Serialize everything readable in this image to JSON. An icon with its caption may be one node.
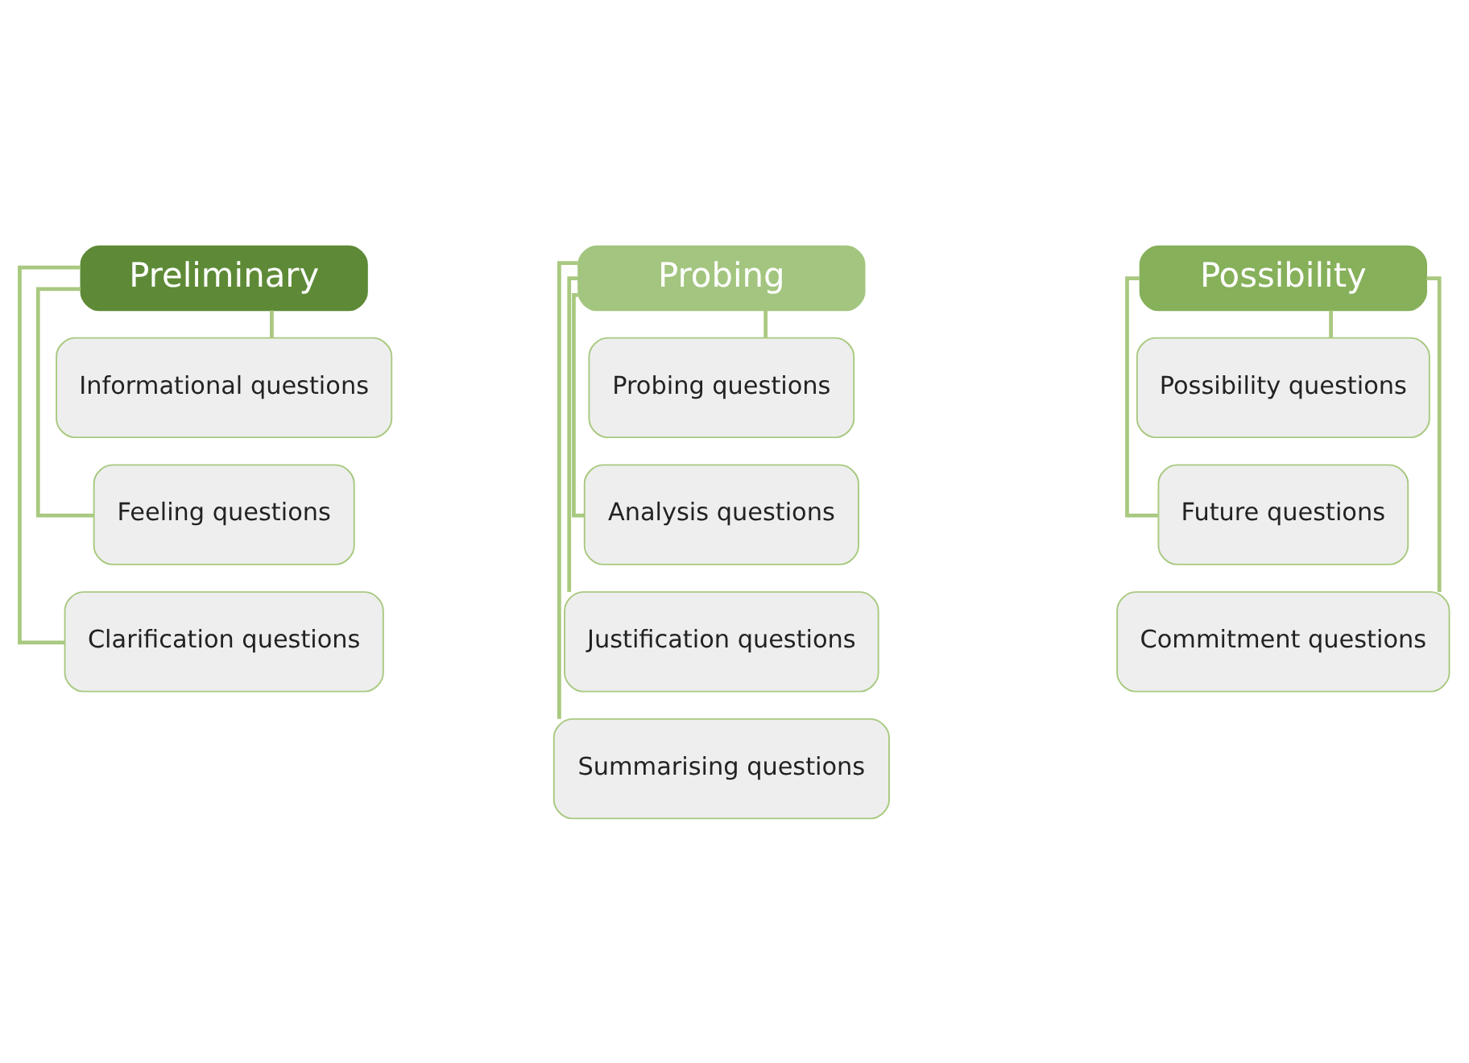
{
  "diagram": {
    "nodes": [
      {
        "text": [
          "Preliminary"
        ]
      },
      {
        "text": [
          "Informational questions"
        ]
      },
      {
        "text": [
          "Feeling questions"
        ]
      },
      {
        "text": [
          "Clarification questions"
        ]
      },
      {
        "text": [
          "Probing"
        ]
      },
      {
        "text": [
          "Probing questions"
        ]
      },
      {
        "text": [
          "Analysis questions"
        ]
      },
      {
        "text": [
          "Justification questions"
        ]
      },
      {
        "text": [
          "Summarising questions"
        ]
      },
      {
        "text": [
          "Possibility"
        ]
      },
      {
        "text": [
          "Possibility questions"
        ]
      },
      {
        "text": [
          "Future questions"
        ]
      },
      {
        "text": [
          "Commitment questions"
        ]
      }
    ],
    "edges": [
      {
        "from": 0,
        "to": 1,
        "arrow": "none"
      },
      {
        "from": 0,
        "to": 2,
        "arrow": "none"
      },
      {
        "from": 0,
        "to": 3,
        "arrow": "none"
      },
      {
        "from": 4,
        "to": 5,
        "arrow": "none"
      },
      {
        "from": 4,
        "to": 6,
        "arrow": "none"
      },
      {
        "from": 4,
        "to": 7,
        "arrow": "none"
      },
      {
        "from": 4,
        "to": 8,
        "arrow": "none"
      },
      {
        "from": 9,
        "to": 10,
        "arrow": "none"
      },
      {
        "from": 9,
        "to": 11,
        "arrow": "none"
      },
      {
        "from": 9,
        "to": 12,
        "arrow": "none"
      }
    ]
  }
}
